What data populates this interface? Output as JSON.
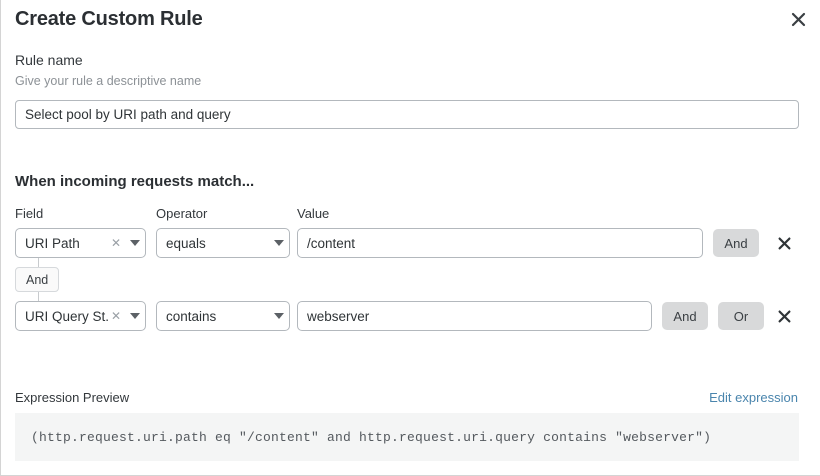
{
  "dialog": {
    "title": "Create Custom Rule",
    "close_icon": "close-icon"
  },
  "rule_name": {
    "label": "Rule name",
    "help": "Give your rule a descriptive name",
    "value": "Select pool by URI path and query",
    "placeholder": "Select pool by URI path and query"
  },
  "match": {
    "heading": "When incoming requests match...",
    "columns": {
      "field": "Field",
      "operator": "Operator",
      "value": "Value"
    },
    "group_connector": "And",
    "rows": [
      {
        "field": "URI Path",
        "operator": "equals",
        "value": "/content",
        "buttons": [
          "And"
        ],
        "remove_icon": "close-icon",
        "clear_icon": "clear-icon",
        "caret_icon": "chevron-down-icon"
      },
      {
        "field": "URI Query St...",
        "operator": "contains",
        "value": "webserver",
        "buttons": [
          "And",
          "Or"
        ],
        "remove_icon": "close-icon",
        "clear_icon": "clear-icon",
        "caret_icon": "chevron-down-icon"
      }
    ]
  },
  "expression": {
    "label": "Expression Preview",
    "edit_link": "Edit expression",
    "text": "(http.request.uri.path eq \"/content\" and http.request.uri.query contains \"webserver\")"
  },
  "colors": {
    "border": "#b3b8bd",
    "button_bg": "#d8d9da",
    "link": "#4a85ad",
    "preview_bg": "#f4f5f5",
    "muted_text": "#8c9196"
  }
}
